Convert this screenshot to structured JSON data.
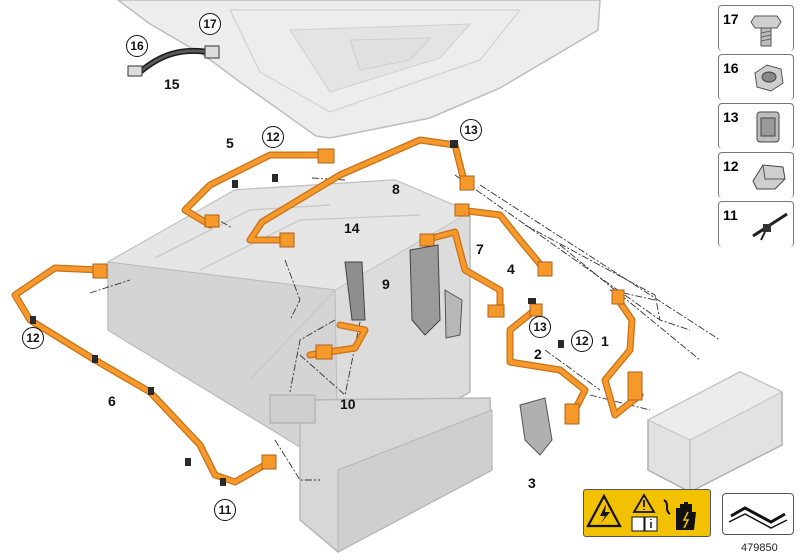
{
  "callouts": {
    "c17": "17",
    "c16": "16",
    "c15": "15",
    "c5": "5",
    "c12a": "12",
    "c13a": "13",
    "c8": "8",
    "c14": "14",
    "c4": "4",
    "c7": "7",
    "c9": "9",
    "c12b": "12",
    "c6": "6",
    "c10": "10",
    "c13b": "13",
    "c12c": "12",
    "c1": "1",
    "c2": "2",
    "c3": "3",
    "c11": "11"
  },
  "legend": [
    {
      "number": "17",
      "icon": "bolt-icon"
    },
    {
      "number": "16",
      "icon": "nut-icon"
    },
    {
      "number": "13",
      "icon": "clip-icon"
    },
    {
      "number": "12",
      "icon": "holder-clip-icon"
    },
    {
      "number": "11",
      "icon": "cable-tie-icon"
    }
  ],
  "diagram_number": "479850",
  "colors": {
    "cable": "#f59a2a",
    "cable_edge": "#c9701a",
    "battery": "#d9d9d9",
    "battery_edge": "#b5b5b5",
    "warning": "#f2c200"
  }
}
